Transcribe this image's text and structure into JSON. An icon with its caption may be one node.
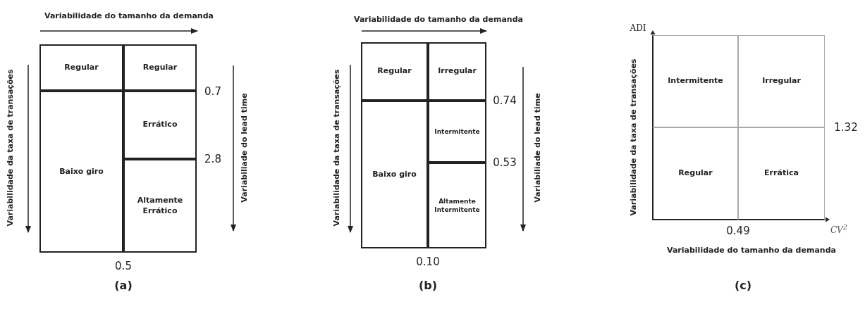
{
  "diagram": {
    "nodes": [
      {
        "text": [
          "Regular"
        ]
      },
      {
        "text": [
          "Regular"
        ]
      },
      {
        "text": [
          "Baixo giro"
        ]
      },
      {
        "text": [
          "Errático"
        ]
      },
      {
        "text": [
          "Altamente Errático"
        ]
      },
      {
        "text": [
          "Regular"
        ]
      },
      {
        "text": [
          "Irregular"
        ]
      },
      {
        "text": [
          "Baixo giro"
        ]
      },
      {
        "text": [
          "Intermitente"
        ]
      },
      {
        "text": [
          "Altamente Intermitente"
        ]
      },
      {
        "text": [
          "Intermitente"
        ]
      },
      {
        "text": [
          "Irregular"
        ]
      },
      {
        "text": [
          "Regular"
        ]
      },
      {
        "text": [
          "Errática"
        ]
      }
    ],
    "labels": [
      "Variabilidade do tamanho da demanda",
      "Variabilidade da taxa de transações",
      "Variabiliade do lead time",
      "0.7",
      "2.8",
      "0.5",
      "(a)",
      "Variabilidade do tamanho da demanda",
      "Variabilidade da taxa de transações",
      "Variabiliade do lead time",
      "0.74",
      "0.53",
      "0.10",
      "(b)",
      "ADI",
      "Variabilidade da taxa de transações",
      "1.32",
      "0.49",
      "CV$^{2}$",
      "Variabilidade do tamanho da demanda",
      "(c)"
    ]
  }
}
